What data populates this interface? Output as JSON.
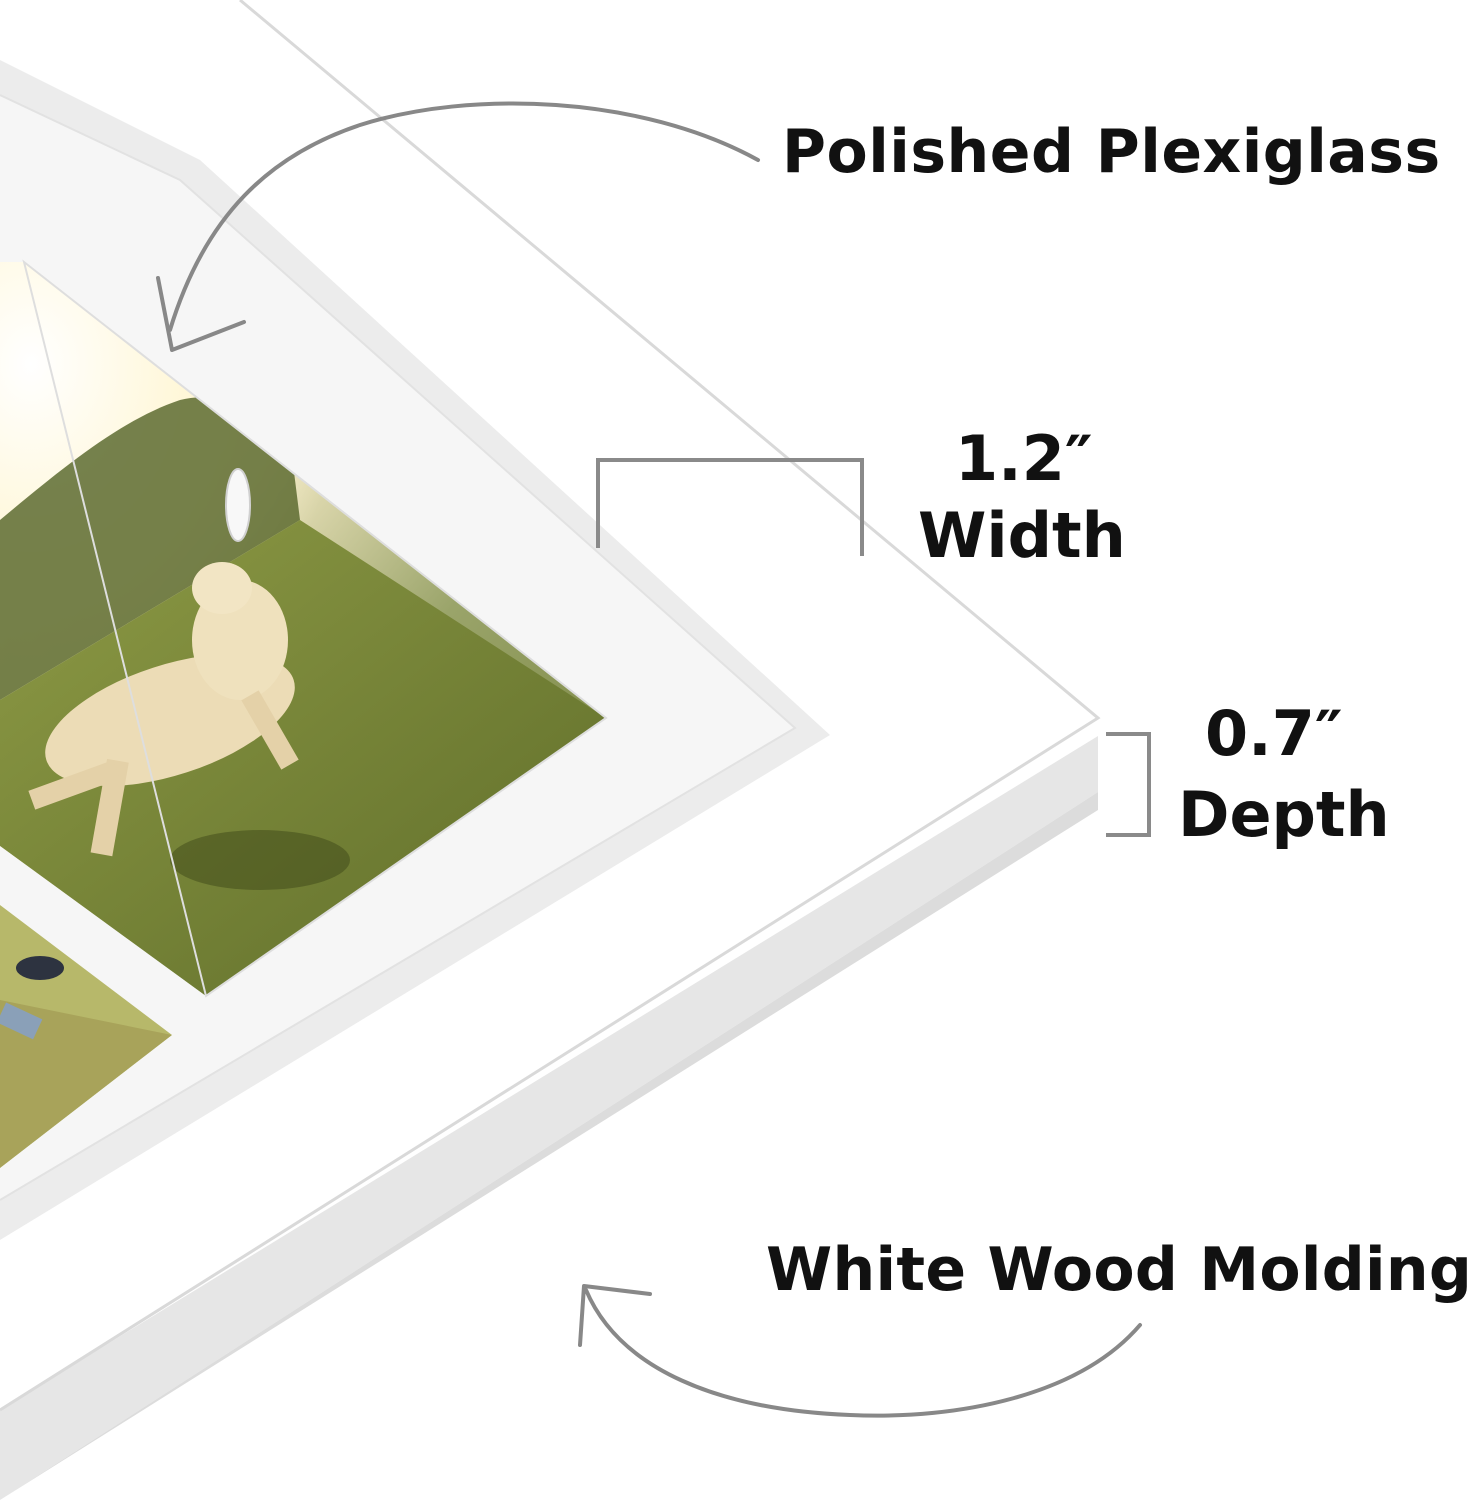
{
  "labels": {
    "plexiglass": "Polished Plexiglass",
    "width_value": "1.2″",
    "width_word": "Width",
    "depth_value": "0.7″",
    "depth_word": "Depth",
    "molding": "White Wood Molding"
  },
  "colors": {
    "frame_face": "#ffffff",
    "frame_side": "#e9e9e9",
    "frame_edge": "#d6d6d6",
    "mat": "#f4f4f4",
    "annotation_stroke": "#888888",
    "text": "#111111",
    "grass": "#7d8a3a",
    "dog": "#e9d6b0"
  },
  "icons": {
    "arrow_top": "curved-arrow-icon",
    "arrow_bottom": "curved-arrow-icon",
    "bracket_width": "dimension-bracket-icon",
    "bracket_depth": "dimension-bracket-icon"
  }
}
